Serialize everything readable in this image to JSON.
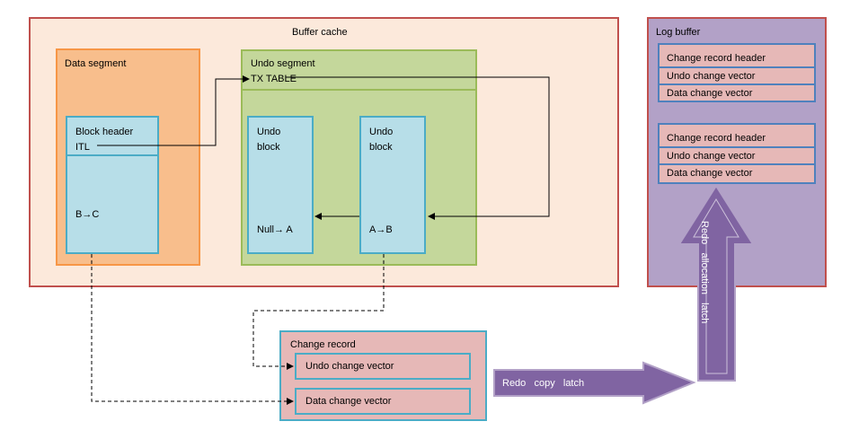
{
  "buffer_cache": {
    "title": "Buffer cache",
    "data_segment": {
      "title": "Data segment",
      "block_header": "Block header",
      "itl": "ITL",
      "row_change": "B→C"
    },
    "undo_segment": {
      "title": "Undo segment",
      "tx_table": "TX TABLE",
      "undo_blocks": [
        {
          "line1": "Undo",
          "line2": "block",
          "value": "Null→ A"
        },
        {
          "line1": "Undo",
          "line2": "block",
          "value": "A→B"
        }
      ]
    }
  },
  "log_buffer": {
    "title": "Log buffer",
    "groups": [
      [
        "Change record header",
        "Undo change vector",
        "Data change vector"
      ],
      [
        "Change record header",
        "Undo change vector",
        "Data change vector"
      ]
    ]
  },
  "change_record": {
    "title": "Change record",
    "undo_vector": "Undo change vector",
    "data_vector": "Data change vector"
  },
  "arrows": {
    "redo_copy_latch": "Redo   copy   latch",
    "redo_allocation_latch": "Redo   allocation   latch"
  },
  "colors": {
    "buffer_cache_fill": "#fce9db",
    "data_segment_fill": "#f8be8c",
    "undo_segment_fill": "#c4d79b",
    "block_fill": "#b7dee8",
    "log_buffer_fill": "#b2a1c7",
    "vector_fill": "#e6b8b7",
    "latch_arrow": "#8064a2"
  }
}
